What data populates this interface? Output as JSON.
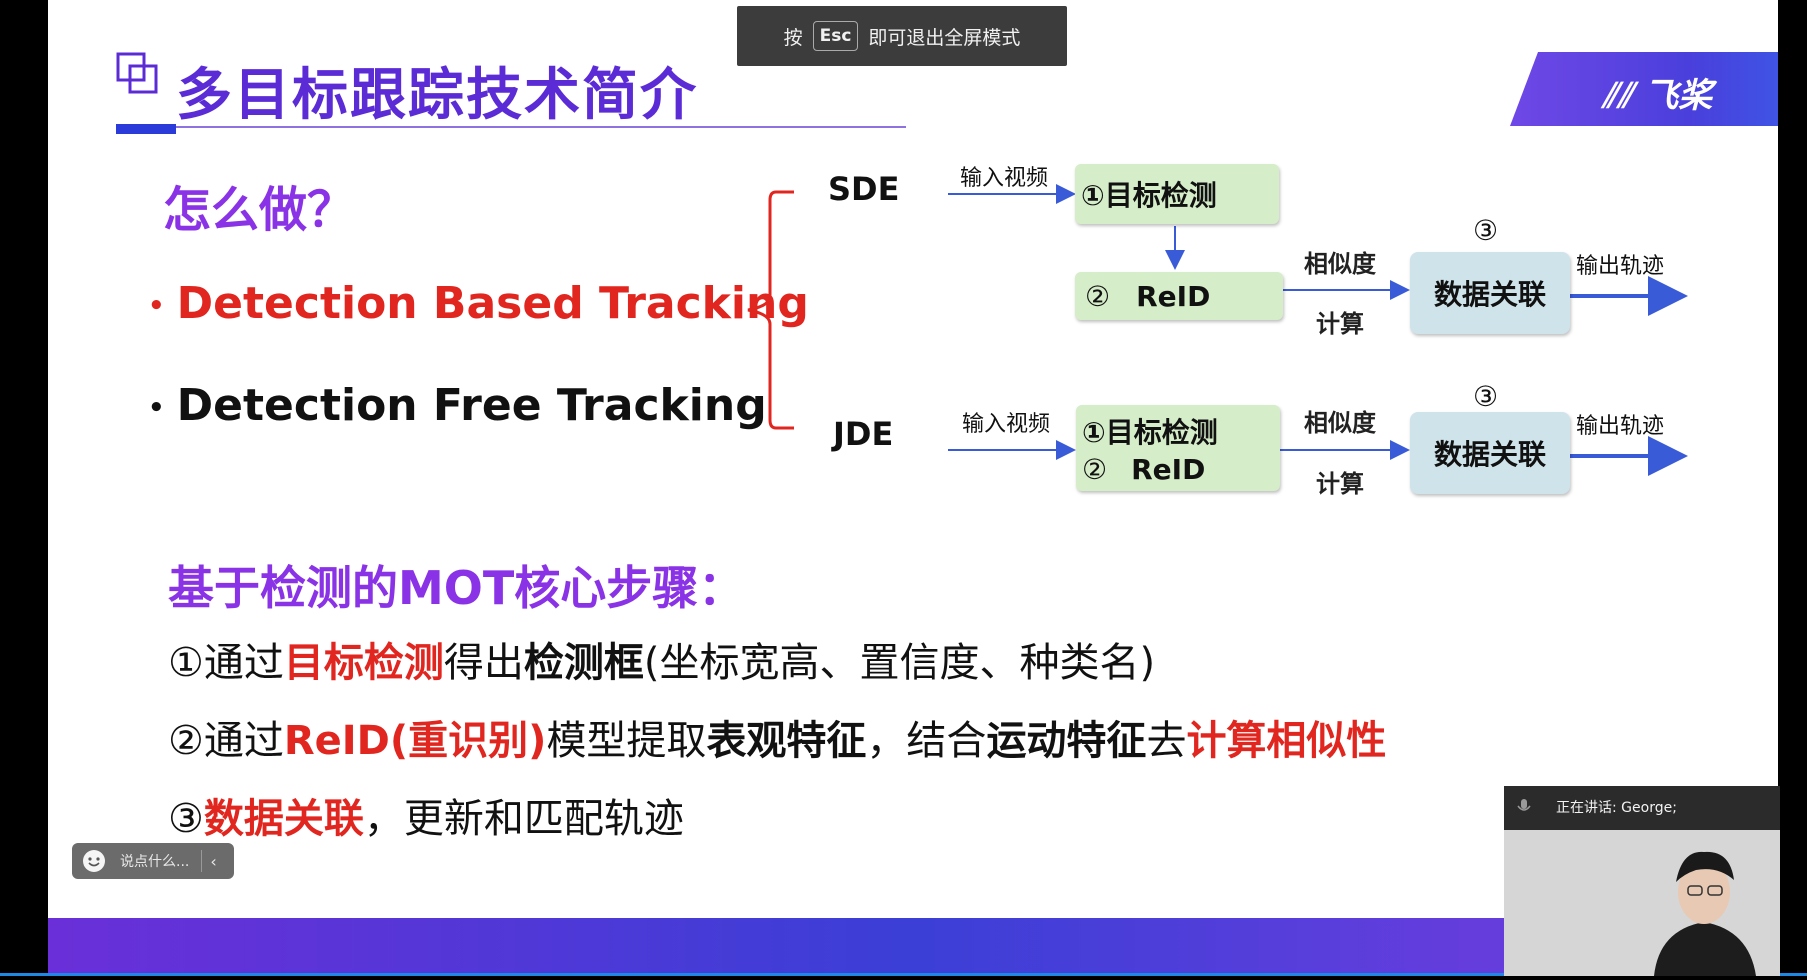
{
  "toast": {
    "prefix": "按",
    "key": "Esc",
    "suffix": "即可退出全屏模式"
  },
  "slide": {
    "title": "多目标跟踪技术简介",
    "logo": "飞桨",
    "how": "怎么做？",
    "bullets": [
      "Detection Based Tracking",
      "Detection Free Tracking"
    ],
    "sde": {
      "label": "SDE",
      "input": "输入视频",
      "box1": "①目标检测",
      "box2_num": "②",
      "box2": "ReID",
      "sim": "相似度",
      "calc": "计算",
      "assoc_num": "③",
      "assoc": "数据关联",
      "output": "输出轨迹"
    },
    "jde": {
      "label": "JDE",
      "input": "输入视频",
      "box_line1": "①目标检测",
      "box_line2_num": "②",
      "box_line2": "ReID",
      "sim": "相似度",
      "calc": "计算",
      "assoc_num": "③",
      "assoc": "数据关联",
      "output": "输出轨迹"
    },
    "steps_heading": "基于检测的MOT核心步骤：",
    "step1": {
      "a": "①通过",
      "b": "目标检测",
      "c": "得出",
      "d": "检测框",
      "e": "(坐标宽高、置信度、种类名)"
    },
    "step2": {
      "a": "②通过",
      "b": "ReID(重识别)",
      "c": "模型提取",
      "d": "表观特征",
      "e": "，结合",
      "f": "运动特征",
      "g": "去",
      "h": "计算相似性"
    },
    "step3": {
      "a": "③",
      "b": "数据关联",
      "c": "，更新和匹配轨迹"
    }
  },
  "chat": {
    "placeholder": "说点什么..."
  },
  "video": {
    "speaking": "正在讲话: George;"
  },
  "colors": {
    "title": "#5b2bd6",
    "heading": "#8a33e6",
    "red": "#e0261f",
    "green_box": "#d5edc8",
    "blue_box": "#cfe3ea",
    "arrow": "#3a5bd8"
  }
}
